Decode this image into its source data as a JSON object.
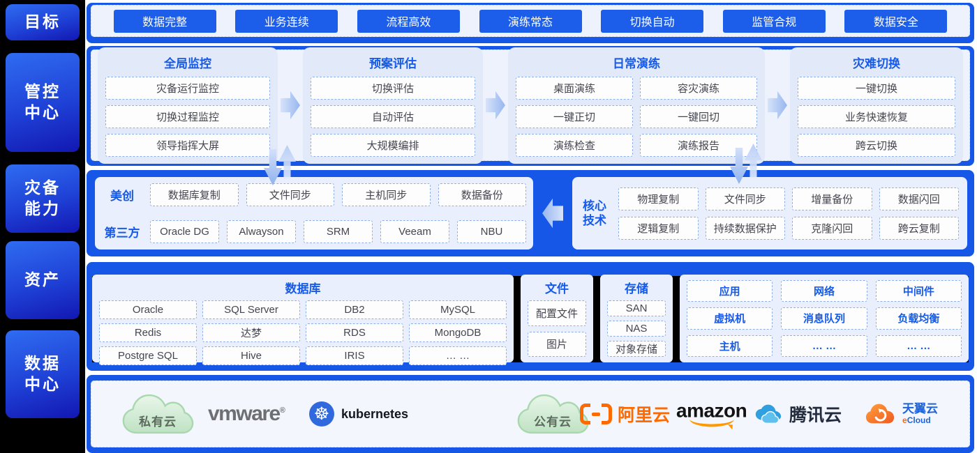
{
  "colors": {
    "band_blue": "#1657e8",
    "button_blue": "#1c5de9",
    "header_blue": "#155ae8",
    "panel_bg": "#e9effc",
    "shadow_black": "#000000",
    "cloud_green_border": "#a9d8ae",
    "aliyun_orange": "#ff6a00",
    "amazon_orange": "#ff9900",
    "tencent_blue": "#2f9fe0",
    "ctyun_orange": "#f05a23",
    "k8s_blue": "#3069de"
  },
  "rail": {
    "items": [
      {
        "label": "目标"
      },
      {
        "label": "管控中心"
      },
      {
        "label": "灾备能力"
      },
      {
        "label": "资产"
      },
      {
        "label": "数据中心"
      }
    ]
  },
  "goals": {
    "items": [
      "数据完整",
      "业务连续",
      "流程高效",
      "演练常态",
      "切换自动",
      "监管合规",
      "数据安全"
    ]
  },
  "control_center": {
    "panels": [
      {
        "title": "全局监控",
        "items": [
          "灾备运行监控",
          "切换过程监控",
          "领导指挥大屏"
        ]
      },
      {
        "title": "预案评估",
        "items": [
          "切换评估",
          "自动评估",
          "大规模编排"
        ]
      },
      {
        "title": "日常演练",
        "items": [
          "桌面演练",
          "容灾演练",
          "一键正切",
          "一键回切",
          "演练检查",
          "演练报告"
        ]
      },
      {
        "title": "灾难切换",
        "items": [
          "一键切换",
          "业务快速恢复",
          "跨云切换"
        ]
      }
    ]
  },
  "dr_capability": {
    "rows": [
      {
        "label": "美创",
        "items": [
          "数据库复制",
          "文件同步",
          "主机同步",
          "数据备份"
        ]
      },
      {
        "label": "第三方",
        "items": [
          "Oracle DG",
          "Alwayson",
          "SRM",
          "Veeam",
          "NBU"
        ]
      }
    ],
    "core_tech": {
      "label": "核心技术",
      "items": [
        "物理复制",
        "文件同步",
        "增量备份",
        "数据闪回",
        "逻辑复制",
        "持续数据保护",
        "克隆闪回",
        "跨云复制"
      ]
    }
  },
  "assets": {
    "database": {
      "title": "数据库",
      "items": [
        "Oracle",
        "SQL Server",
        "DB2",
        "MySQL",
        "Redis",
        "达梦",
        "RDS",
        "MongoDB",
        "Postgre SQL",
        "Hive",
        "IRIS",
        "… …"
      ]
    },
    "file": {
      "title": "文件",
      "items": [
        "配置文件",
        "图片"
      ]
    },
    "storage": {
      "title": "存储",
      "items": [
        "SAN",
        "NAS",
        "对象存储"
      ]
    },
    "misc": {
      "items": [
        "应用",
        "网络",
        "中间件",
        "虚拟机",
        "消息队列",
        "负载均衡",
        "主机",
        "… …",
        "… …"
      ]
    }
  },
  "data_center": {
    "private_cloud": "私有云",
    "public_cloud": "公有云",
    "logos": {
      "vmware": "vmware",
      "vmware_sup": "®",
      "kubernetes": "kubernetes",
      "aliyun": "阿里云",
      "amazon": "amazon",
      "tencent": "腾讯云",
      "ctyun_title": "天翼云",
      "ctyun_sub_e": "e",
      "ctyun_sub_cloud": "Cloud"
    }
  }
}
